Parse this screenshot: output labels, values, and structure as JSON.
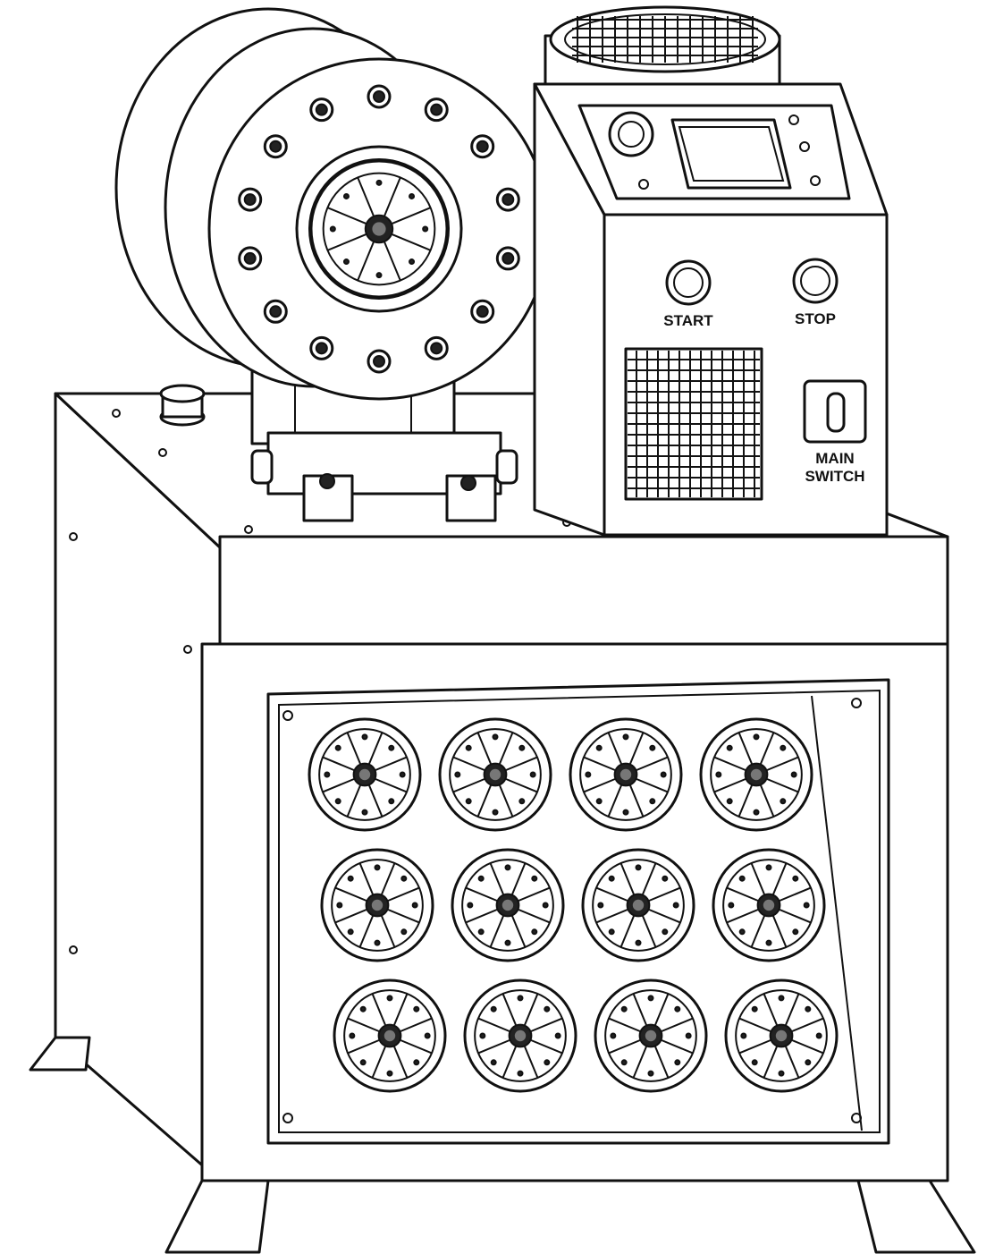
{
  "control_panel": {
    "start_label": "START",
    "stop_label": "STOP",
    "main_switch_line1": "MAIN",
    "main_switch_line2": "SWITCH"
  },
  "die_rack": {
    "rows": 3,
    "columns": 4
  },
  "colors": {
    "line": "#111111",
    "fill": "#ffffff"
  }
}
